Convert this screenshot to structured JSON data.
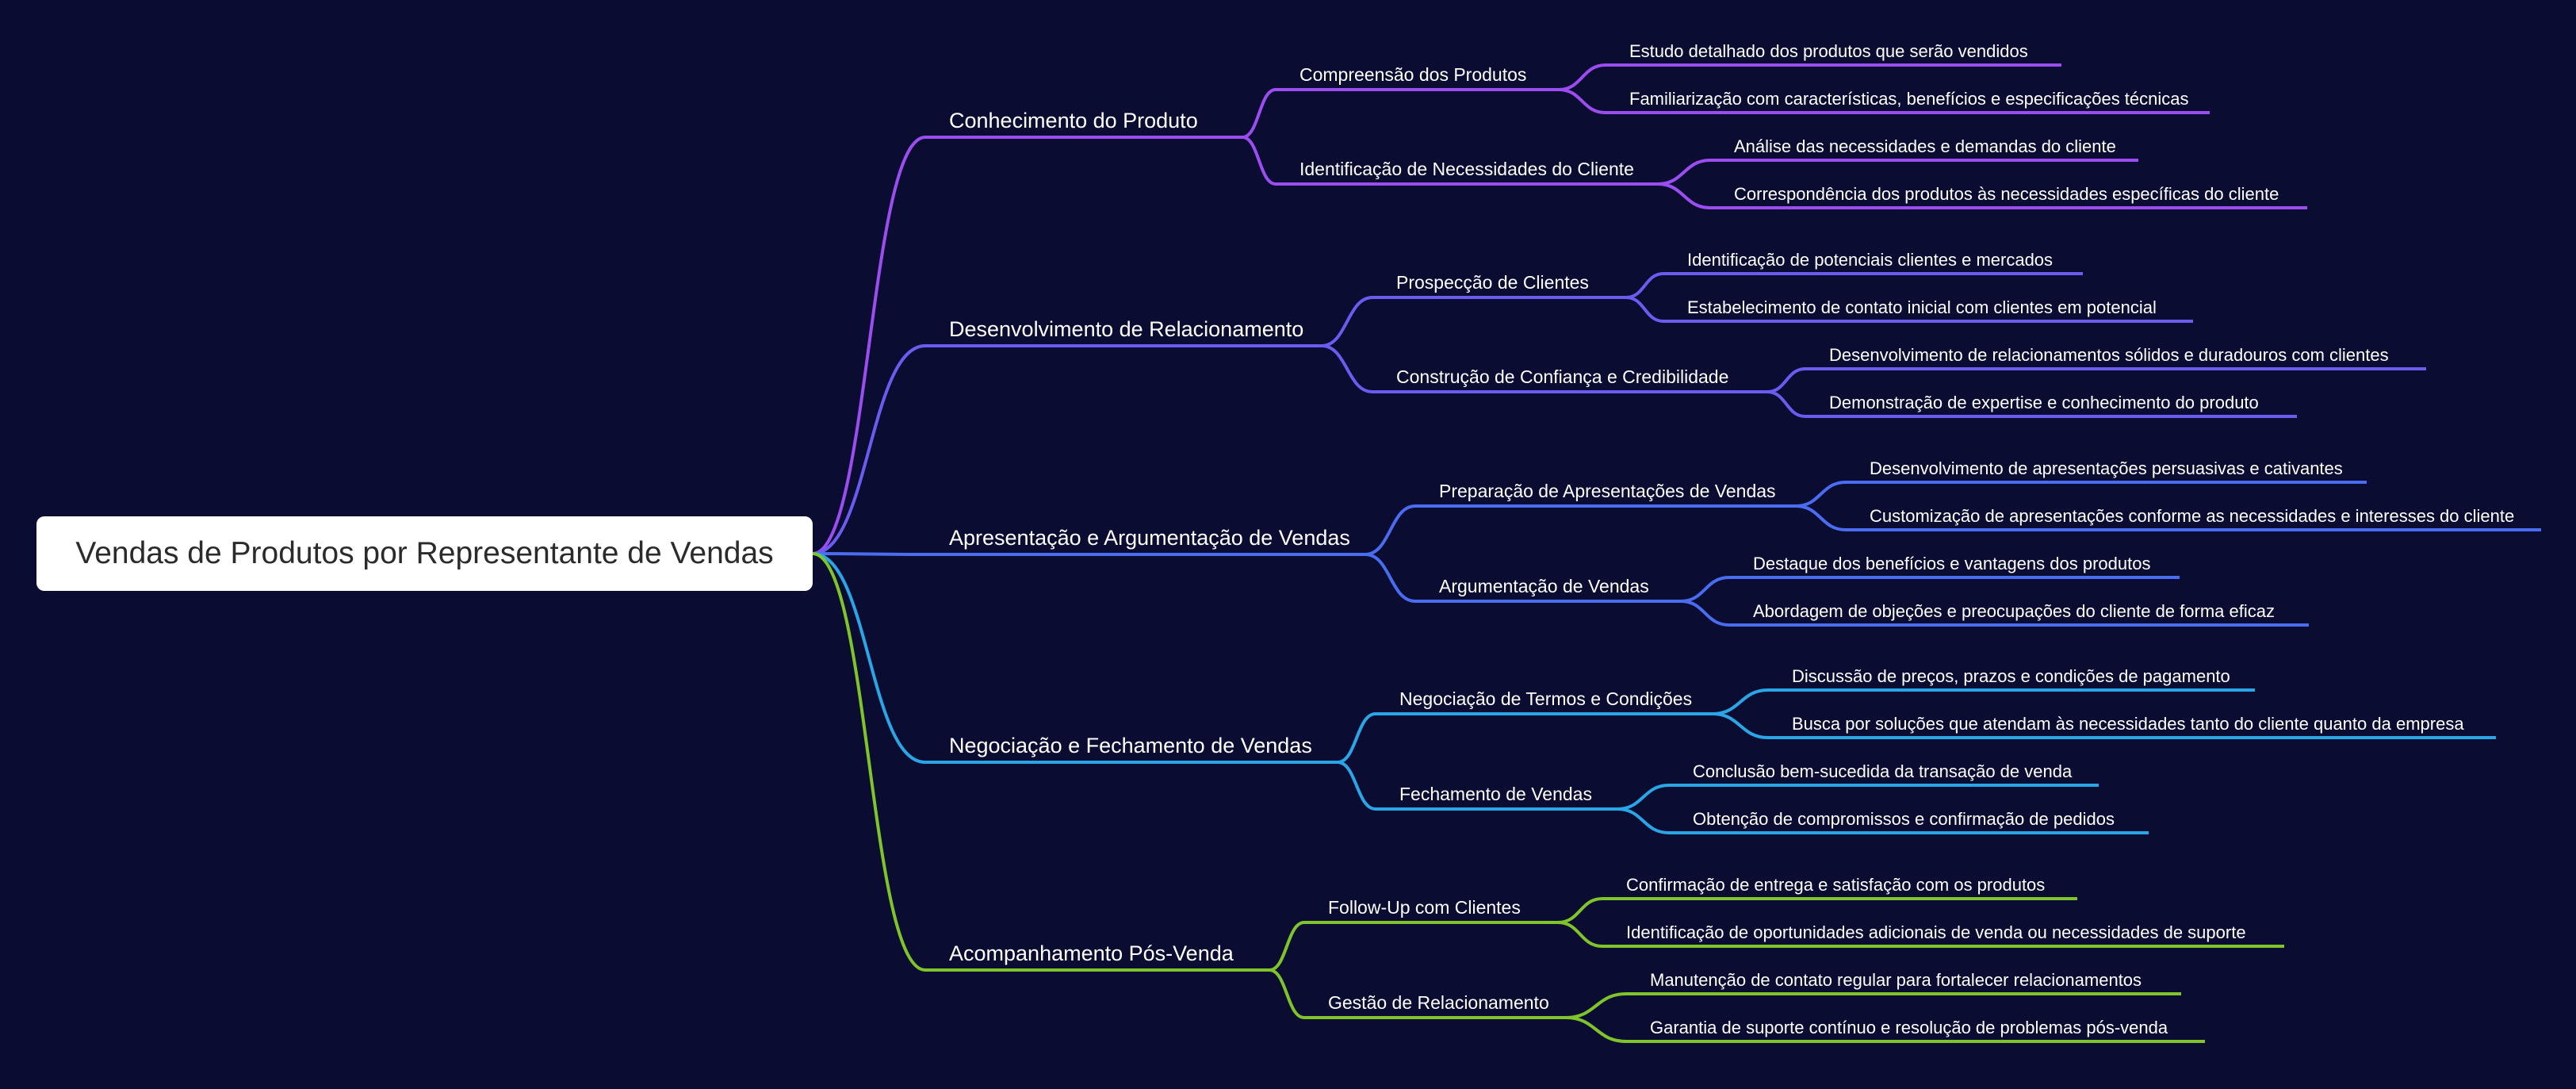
{
  "title": "Vendas de Produtos por Representante de Vendas",
  "colors": {
    "background": "#0a0d31",
    "root_box": "#ffffff",
    "text": "#ffffff",
    "branches": [
      "#9b4df0",
      "#6b5cf0",
      "#4a6cf0",
      "#2aa5e6",
      "#7ec42a"
    ]
  },
  "branches": [
    {
      "label": "Conhecimento do Produto",
      "children": [
        {
          "label": "Compreensão dos Produtos",
          "children": [
            "Estudo detalhado dos produtos que serão vendidos",
            "Familiarização com características, benefícios e especificações técnicas"
          ]
        },
        {
          "label": "Identificação de Necessidades do Cliente",
          "children": [
            "Análise das necessidades e demandas do cliente",
            "Correspondência dos produtos às necessidades específicas do cliente"
          ]
        }
      ]
    },
    {
      "label": "Desenvolvimento de Relacionamento",
      "children": [
        {
          "label": "Prospecção de Clientes",
          "children": [
            "Identificação de potenciais clientes e mercados",
            "Estabelecimento de contato inicial com clientes em potencial"
          ]
        },
        {
          "label": "Construção de Confiança e Credibilidade",
          "children": [
            "Desenvolvimento de relacionamentos sólidos e duradouros com clientes",
            "Demonstração de expertise e conhecimento do produto"
          ]
        }
      ]
    },
    {
      "label": "Apresentação e Argumentação de Vendas",
      "children": [
        {
          "label": "Preparação de Apresentações de Vendas",
          "children": [
            "Desenvolvimento de apresentações persuasivas e cativantes",
            "Customização de apresentações conforme as necessidades e interesses do cliente"
          ]
        },
        {
          "label": "Argumentação de Vendas",
          "children": [
            "Destaque dos benefícios e vantagens dos produtos",
            "Abordagem de objeções e preocupações do cliente de forma eficaz"
          ]
        }
      ]
    },
    {
      "label": "Negociação e Fechamento de Vendas",
      "children": [
        {
          "label": "Negociação de Termos e Condições",
          "children": [
            "Discussão de preços, prazos e condições de pagamento",
            "Busca por soluções que atendam às necessidades tanto do cliente quanto da empresa"
          ]
        },
        {
          "label": "Fechamento de Vendas",
          "children": [
            "Conclusão bem-sucedida da transação de venda",
            "Obtenção de compromissos e confirmação de pedidos"
          ]
        }
      ]
    },
    {
      "label": "Acompanhamento Pós-Venda",
      "children": [
        {
          "label": "Follow-Up com Clientes",
          "children": [
            "Confirmação de entrega e satisfação com os produtos",
            "Identificação de oportunidades adicionais de venda ou necessidades de suporte"
          ]
        },
        {
          "label": "Gestão de Relacionamento",
          "children": [
            "Manutenção de contato regular para fortalecer relacionamentos",
            "Garantia de suporte contínuo e resolução de problemas pós-venda"
          ]
        }
      ]
    }
  ]
}
